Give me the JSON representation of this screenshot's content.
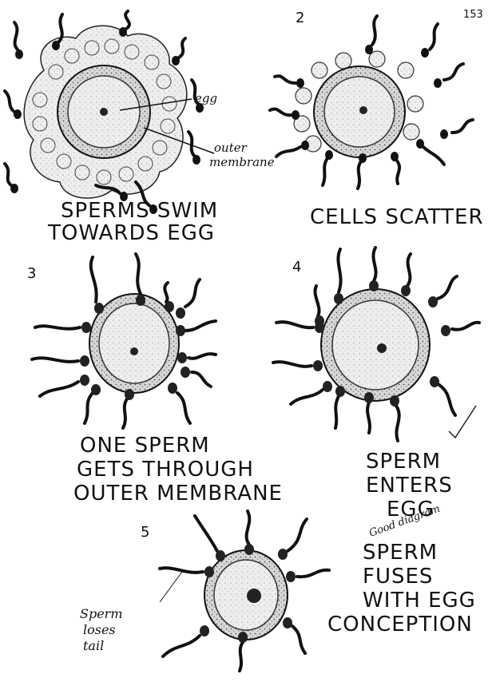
{
  "page_number": "153",
  "panels": [
    {
      "number": "",
      "caption": [
        "SPERMS SWIM",
        "TOWARDS EGG"
      ]
    },
    {
      "number": "2",
      "caption": [
        "CELLS SCATTER"
      ]
    },
    {
      "number": "3",
      "caption": [
        "ONE SPERM",
        "GETS THROUGH",
        "OUTER MEMBRANE"
      ]
    },
    {
      "number": "4",
      "caption": [
        "SPERM",
        "ENTERS",
        "EGG"
      ]
    },
    {
      "number": "5",
      "caption": [
        "SPERM",
        "FUSES",
        "WITH EGG",
        "CONCEPTION"
      ]
    }
  ],
  "labels": {
    "egg": "egg",
    "outer_membrane": [
      "outer",
      "membrane"
    ],
    "sperm_loses_tail": [
      "Sperm",
      "loses",
      "tail"
    ]
  },
  "teacher_comment": "Good diagram"
}
